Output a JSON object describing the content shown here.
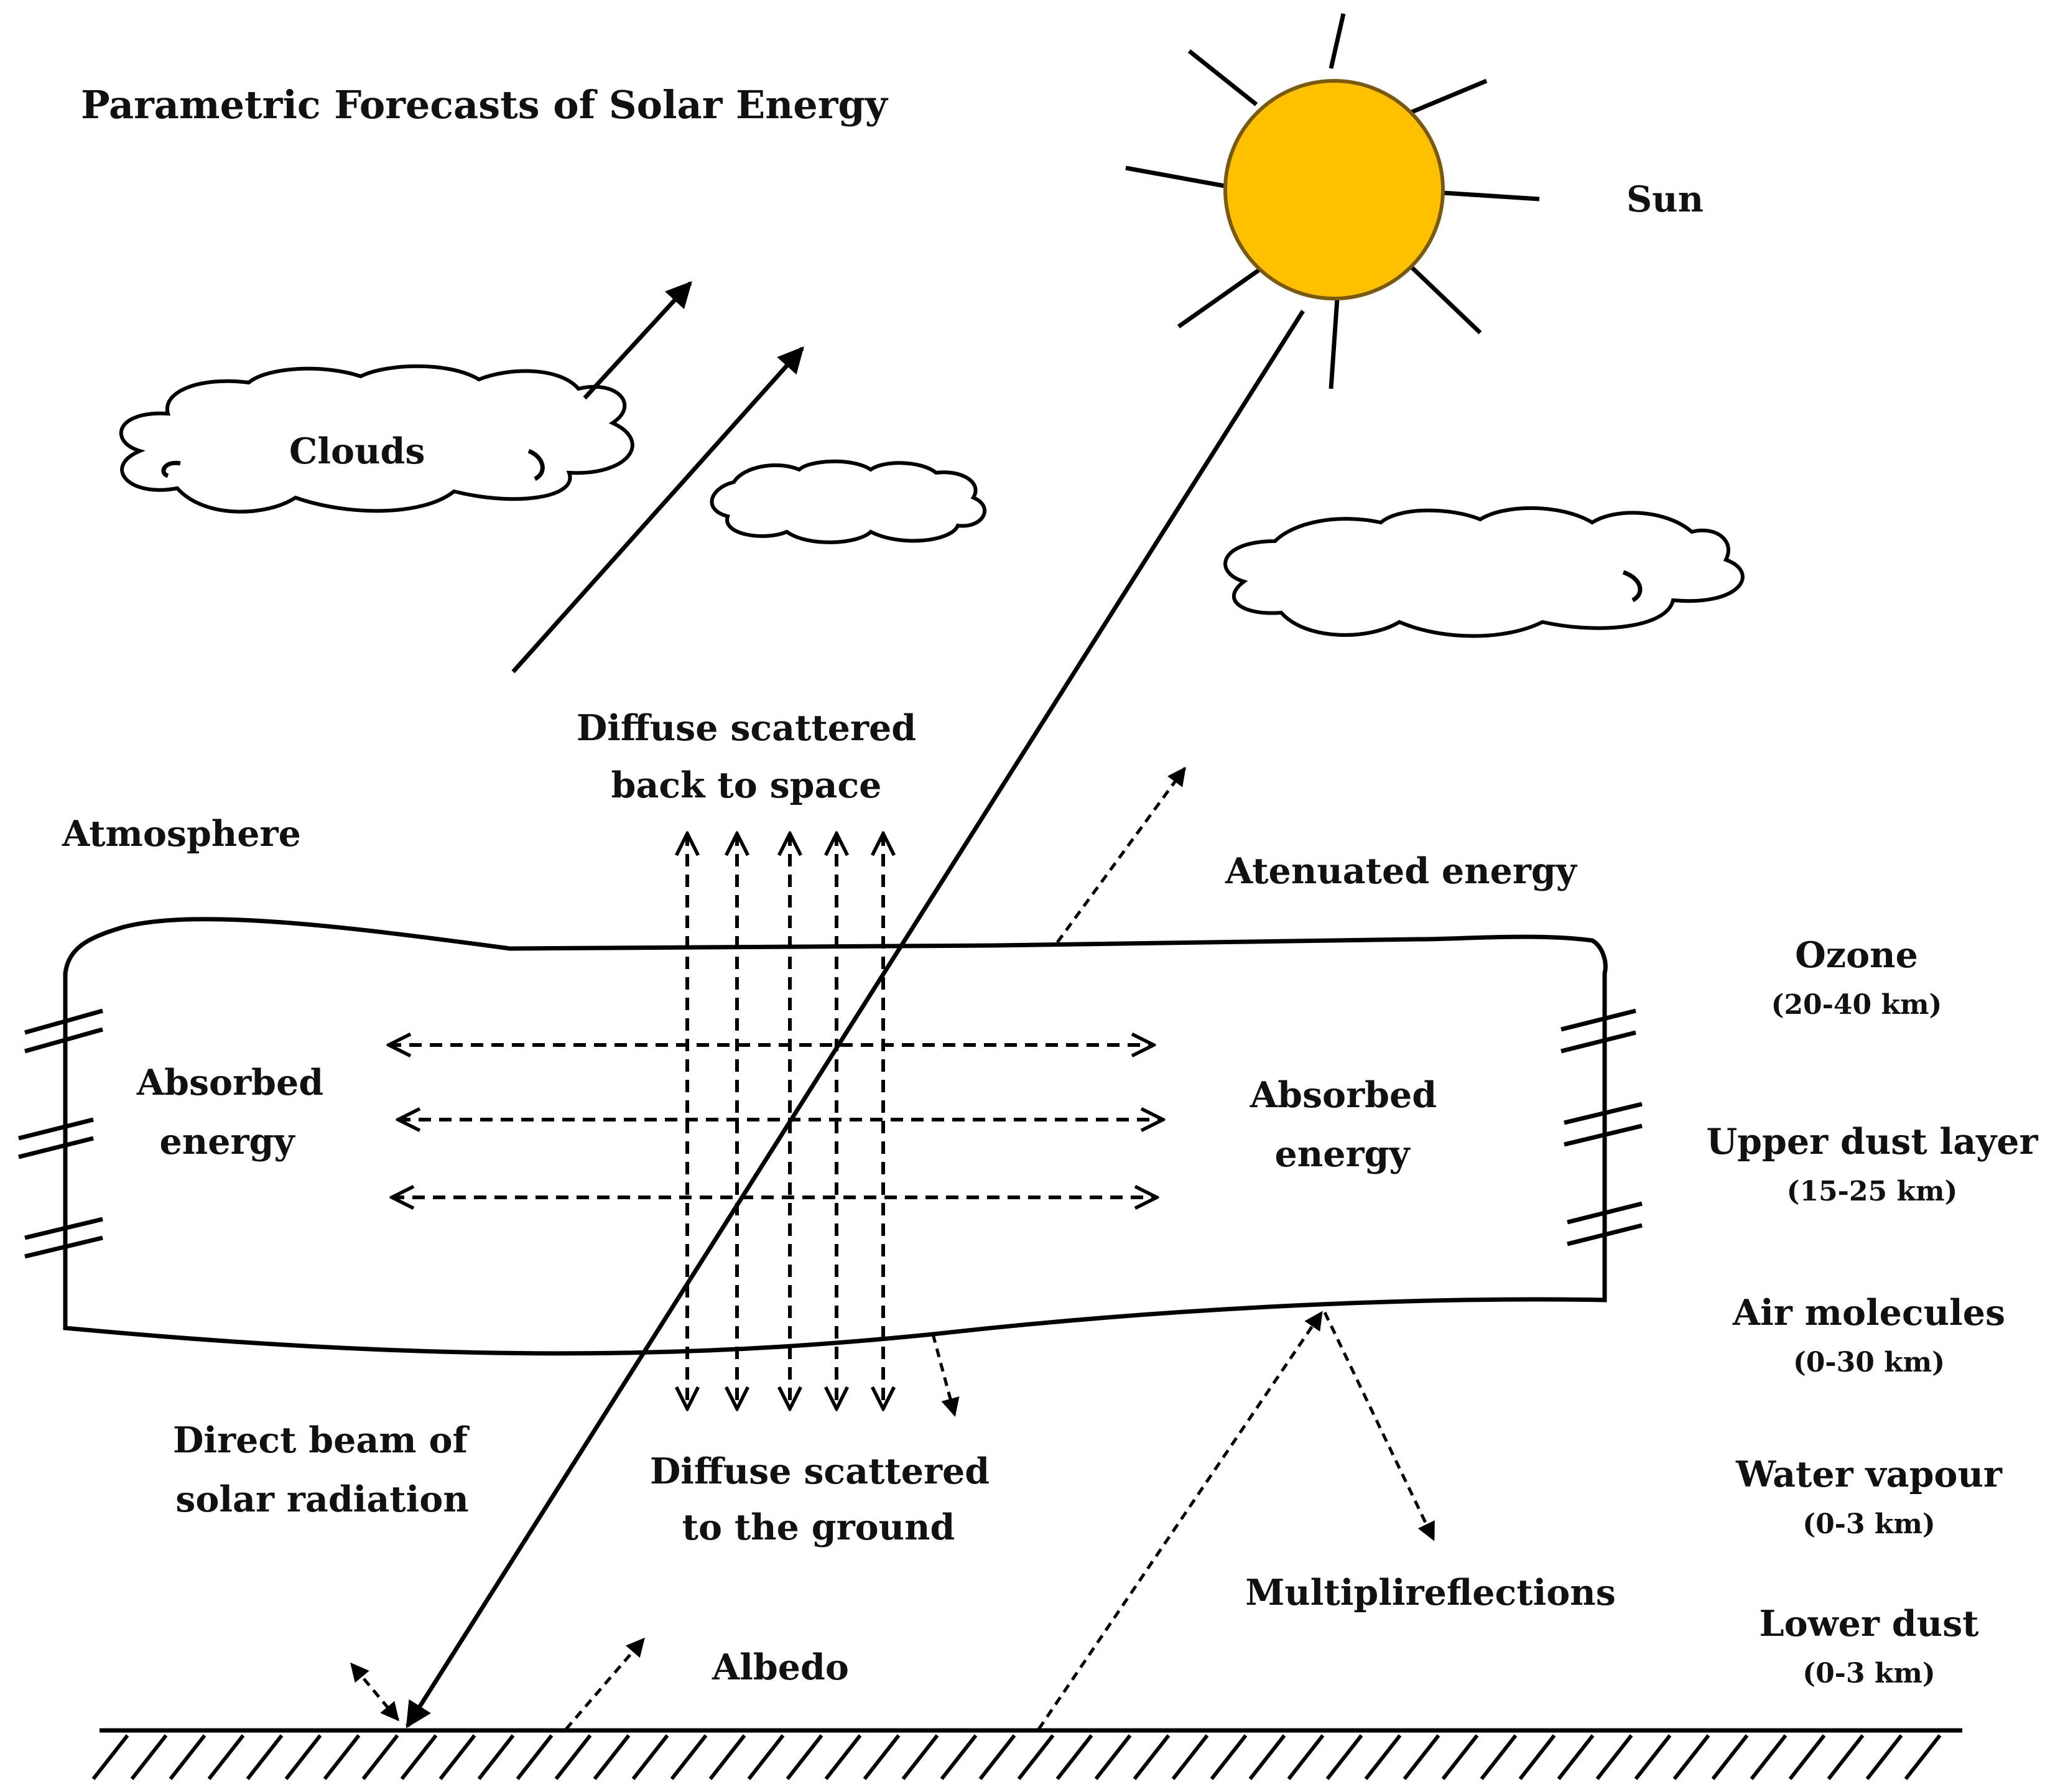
{
  "title": "Parametric Forecasts of Solar Energy",
  "labels": {
    "sun": "Sun",
    "clouds": "Clouds",
    "atmosphere": "Atmosphere",
    "diffuse_back_1": "Diffuse scattered",
    "diffuse_back_2": "back to space",
    "attenuated": "Atenuated energy",
    "absorbed_left_1": "Absorbed",
    "absorbed_left_2": "energy",
    "absorbed_right_1": "Absorbed",
    "absorbed_right_2": "energy",
    "direct_beam_1": "Direct beam of",
    "direct_beam_2": "solar radiation",
    "diffuse_ground_1": "Diffuse scattered",
    "diffuse_ground_2": "to the ground",
    "multiple_reflections": "Multiplireflections",
    "albedo": "Albedo"
  },
  "layers": [
    {
      "name": "Ozone",
      "range": "(20-40 km)"
    },
    {
      "name": "Upper dust layer",
      "range": "(15-25 km)"
    },
    {
      "name": "Air molecules",
      "range": "(0-30 km)"
    },
    {
      "name": "Water vapour",
      "range": "(0-3 km)"
    },
    {
      "name": "Lower dust",
      "range": "(0-3 km)"
    }
  ],
  "colors": {
    "sun_fill": "#FFC000",
    "sun_stroke": "#7A5A10",
    "line": "#000000"
  }
}
